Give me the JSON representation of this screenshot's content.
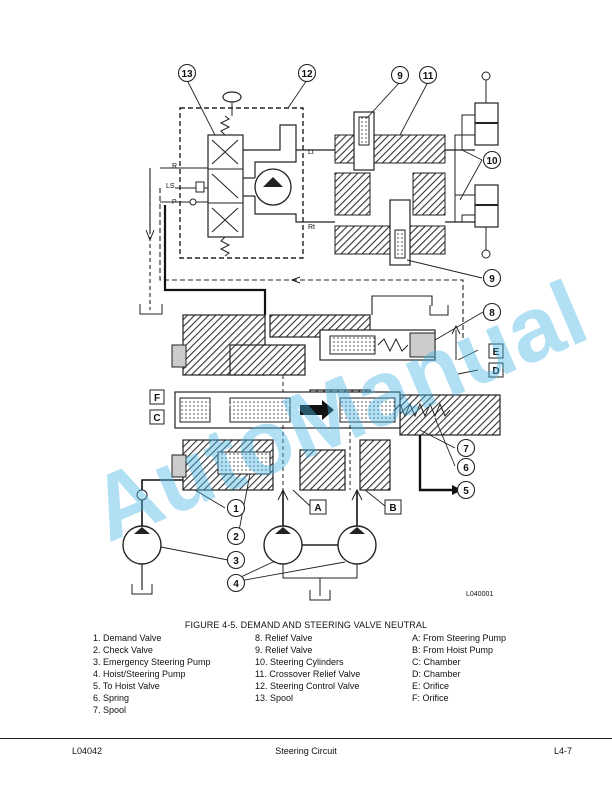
{
  "figure": {
    "caption": "FIGURE 4-5. DEMAND AND STEERING VALVE NEUTRAL",
    "drawing_number": "L040001",
    "watermark": "AutoManual",
    "port_labels": [
      "R",
      "LS",
      "P",
      "Lt",
      "Rt"
    ],
    "callouts": [
      "1",
      "2",
      "3",
      "4",
      "5",
      "6",
      "7",
      "8",
      "9",
      "10",
      "11",
      "12",
      "13",
      "9"
    ],
    "letter_callouts": [
      "A",
      "B",
      "C",
      "D",
      "E",
      "F"
    ]
  },
  "legend": {
    "col1": [
      "1. Demand Valve",
      "2. Check Valve",
      "3. Emergency Steering Pump",
      "4. Hoist/Steering Pump",
      "5. To Hoist Valve",
      "6. Spring",
      "7. Spool"
    ],
    "col2": [
      "8. Relief Valve",
      "9. Relief Valve",
      "10. Steering Cylinders",
      "11. Crossover Relief Valve",
      "12. Steering Control Valve",
      "13. Spool"
    ],
    "col3": [
      "A: From Steering Pump",
      "B: From Hoist Pump",
      "C: Chamber",
      "D: Chamber",
      "E: Orifice",
      "F: Orifice"
    ]
  },
  "footer": {
    "left": "L04042",
    "center": "Steering Circuit",
    "right": "L4-7"
  }
}
